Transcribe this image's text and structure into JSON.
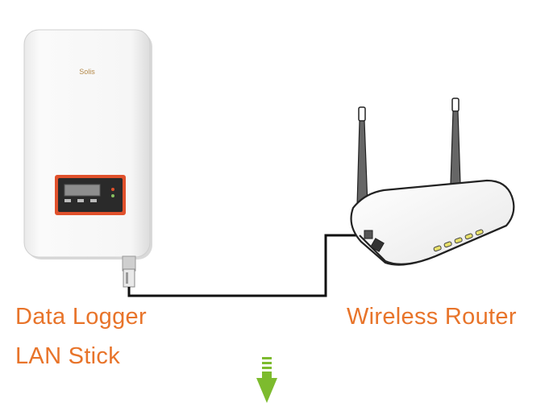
{
  "labels": {
    "data_logger": "Data Logger",
    "lan_stick": "LAN Stick",
    "wireless_router": "Wireless Router"
  },
  "inverter": {
    "brand_text": "Solis"
  },
  "colors": {
    "label_orange": "#e8742a",
    "arrow_green": "#7dbb2e",
    "inverter_panel_red": "#e0512c",
    "cable_black": "#111111",
    "router_led_yellow": "#e7e06a"
  },
  "icons": {
    "down_arrow": "down-arrow-icon"
  }
}
